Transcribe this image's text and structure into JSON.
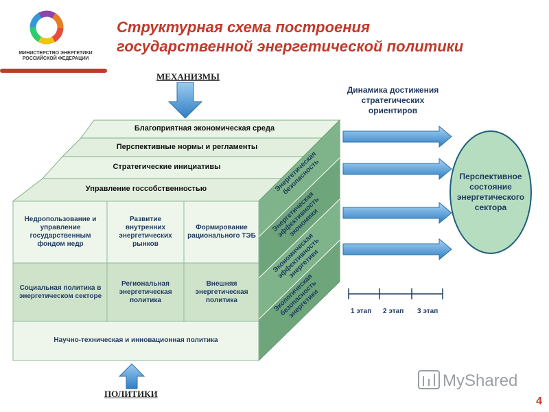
{
  "title": {
    "line1": "Структурная схема построения",
    "line2": "государственной энергетической политики"
  },
  "organization": {
    "line1": "МИНИСТЕРСТВО ЭНЕРГЕТИКИ",
    "line2": "РОССИЙСКОЙ ФЕДЕРАЦИИ"
  },
  "labels": {
    "mechanisms": "МЕХАНИЗМЫ",
    "policies": "ПОЛИТИКИ",
    "dynamics": "Динамика достижения стратегических ориентиров"
  },
  "top_bands": [
    "Благоприятная экономическая среда",
    "Перспективные нормы и регламенты",
    "Стратегические инициативы",
    "Управление госсобственностью"
  ],
  "grid": {
    "row1": [
      "Недропользование и управление государственным фондом недр",
      "Развитие внутренних энергетических рынков",
      "Формирование рационального ТЭБ"
    ],
    "row2": [
      "Социальная политика в энергетическом секторе",
      "Региональная энергетическая политика",
      "Внешняя энергетическая политика"
    ],
    "bottom": "Научно-техническая и инновационная политика"
  },
  "side_labels": [
    "Энергетическая безопасность",
    "Энергетическая эффективность экономики",
    "Экономическая эффективность энергетики",
    "Экологическая безопасность энергетики"
  ],
  "target": "Перспективное состояние энергетического сектора",
  "stages": [
    "1 этап",
    "2 этап",
    "3 этап"
  ],
  "page_number": "4",
  "watermark": "MyShared",
  "colors": {
    "title": "#c0392b",
    "light_green": "#e6f2e2",
    "mid_green": "#c5dcc0",
    "dark_green": "#5f9a6e",
    "arrow_blue": "#3f8fd0",
    "oval_fill": "#b6ddc0"
  }
}
